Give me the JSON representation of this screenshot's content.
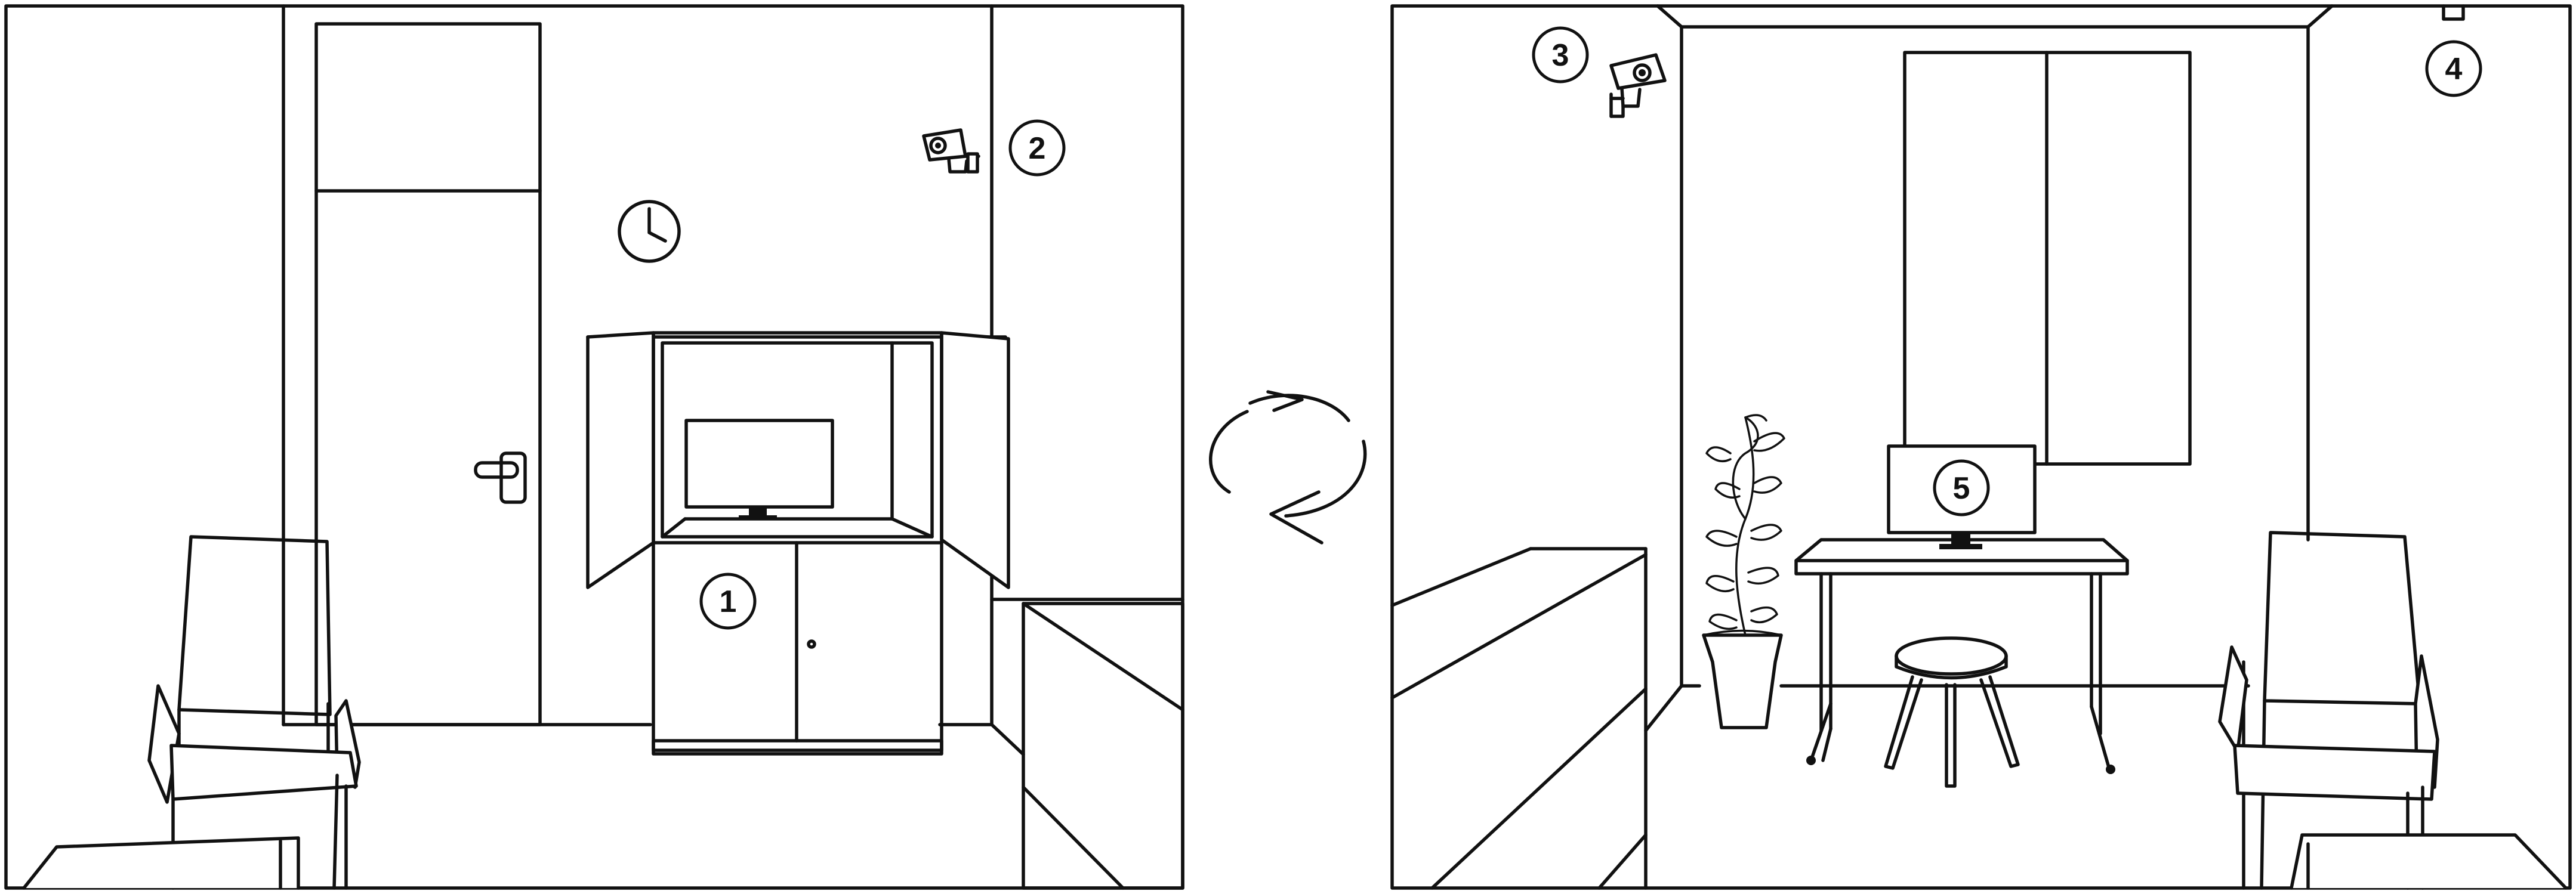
{
  "markers": [
    {
      "id": "1",
      "label": "1",
      "refers_to": "tv-cabinet"
    },
    {
      "id": "2",
      "label": "2",
      "refers_to": "security-camera-room-a"
    },
    {
      "id": "3",
      "label": "3",
      "refers_to": "security-camera-room-b"
    },
    {
      "id": "4",
      "label": "4",
      "refers_to": "ceiling-device"
    },
    {
      "id": "5",
      "label": "5",
      "refers_to": "desk-monitor"
    }
  ],
  "icons": {
    "camera": "security-camera-icon",
    "clock": "wall-clock-icon",
    "rotate": "rotate-arrows-icon"
  },
  "colors": {
    "line": "#111111",
    "background": "#ffffff"
  }
}
